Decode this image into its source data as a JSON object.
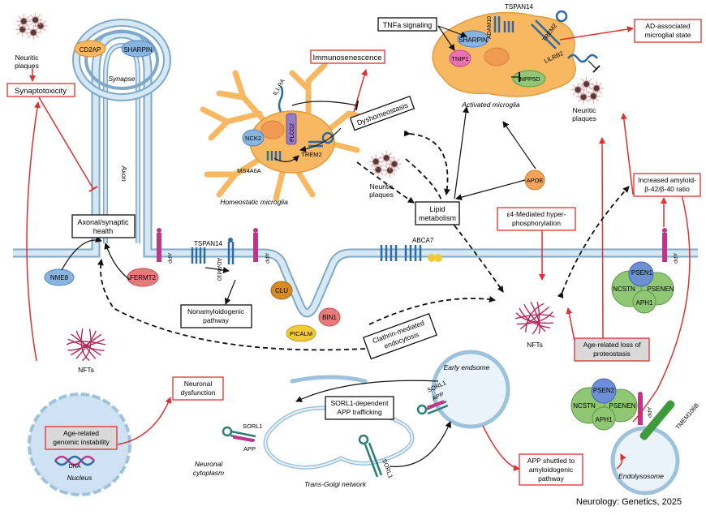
{
  "boxes": {
    "synaptotoxicity": "Synaptotoxicity",
    "axonal_health_1": "Axonal/synaptic",
    "axonal_health_2": "health",
    "immunosenescence": "Immunosenescence",
    "tnfa": "TNFa signaling",
    "ad_microglial": "AD-associated microglial state",
    "dyshomeostasis": "Dyshomeostasis",
    "lipid_1": "Lipid",
    "lipid_2": "metabolism",
    "e4_1": "ε4-Mediated hyper-",
    "e4_2": "phosphorylation",
    "amyloid_1": "Increased amyloid-",
    "amyloid_2": "β-42/β-40 ratio",
    "nonamyloid_1": "Nonamyloidogenic",
    "nonamyloid_2": "pathway",
    "clathrin_1": "Clathrin-mediated",
    "clathrin_2": "endocytosis",
    "proteostasis_1": "Age-related loss of",
    "proteostasis_2": "proteostasis",
    "neuronal_dys_1": "Neuronal",
    "neuronal_dys_2": "dysfunction",
    "genomic_1": "Age-related",
    "genomic_2": "genomic instability",
    "sorl1_traffic_1": "SORL1-dependent",
    "sorl1_traffic_2": "APP trafficking",
    "app_shuttled_1": "APP shuttled to",
    "app_shuttled_2": "amyloidogenic",
    "app_shuttled_3": "pathway"
  },
  "labels": {
    "neuritic_plaques_1": "Neuritic",
    "neuritic_plaques_2": "plaques",
    "synapse": "Synapse",
    "axon": "Axon",
    "homeostatic_microglia": "Homeostatic microglia",
    "activated_microglia": "Activated microglia",
    "nfts": "NFTs",
    "early_endosome": "Early endsome",
    "endolysosome": "Endolysosome",
    "trans_golgi": "Trans-Golgi network",
    "neuronal_cytoplasm_1": "Neuronal",
    "neuronal_cytoplasm_2": "cytoplasm",
    "nucleus": "Nucleus",
    "dna": "DNA",
    "citation": "Neurology: Genetics, 2025"
  },
  "proteins": {
    "cd2ap": "CD2AP",
    "sharpin": "SHARPIN",
    "nck2": "NCK2",
    "plcg2": "PLCG2",
    "il1ra": "IL1-RA",
    "ms4a6a": "MS4A6A",
    "trem2": "TREM2",
    "tnip1": "TNIP1",
    "adam10": "ADAM10",
    "tspan14": "TSPAN14",
    "lilrb2": "LILRB2",
    "inpp5d": "INPP5D",
    "apoe": "APOE",
    "nme8": "NME8",
    "fermt2": "FERMT2",
    "app": "APP",
    "abca7": "ABCA7",
    "clu": "CLU",
    "picalm": "PICALM",
    "bin1": "BIN1",
    "psen1": "PSEN1",
    "psen2": "PSEN2",
    "psenen": "PSENEN",
    "ncstn": "NCSTN",
    "aph1": "APH1",
    "sorl1": "SORL1",
    "tmem106b": "TMEM106B"
  },
  "colors": {
    "membrane": "#b9d6ea",
    "membrane_edge": "#7ea9c8",
    "microglia": "#f7b861",
    "nucleus": "#f09a52",
    "red_box": "#e03030",
    "red_arrow": "#e03030",
    "plaque": "#f2b3b3",
    "nft": "#b5285a",
    "gamma_secretase": "#8fc774",
    "receptor": "#2d6aa6"
  }
}
